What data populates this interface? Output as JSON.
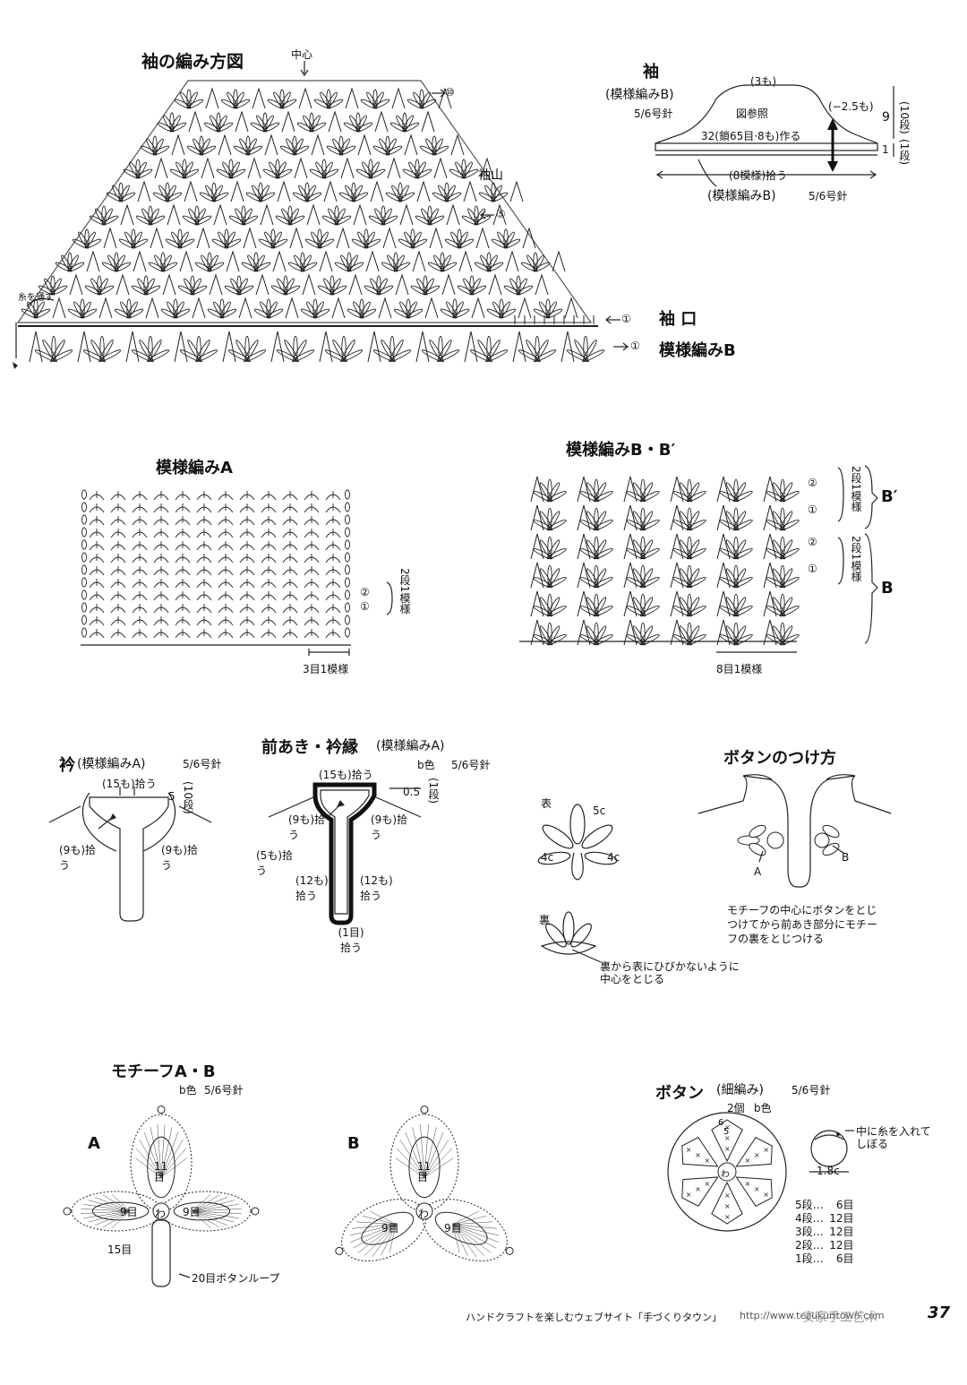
{
  "sleeve_chart": {
    "title": "袖の編み方図",
    "center_label": "中心",
    "row_top": "⑩",
    "row_mid": "⑤",
    "cap_label": "袖山",
    "thread_label": "糸を通す",
    "row_first_a": "①",
    "row_first_b": "①",
    "cuff_label": "袖 口",
    "pattern_label": "模様編みB"
  },
  "sleeve_schematic": {
    "title": "袖",
    "pattern": "(模様編みB)",
    "hook": "5/6号針",
    "top": "(3も)",
    "ref": "図参照",
    "decrease": "(−2.5も)",
    "start": "32(鎖65目·8も)作る",
    "h_rows": "9",
    "h_rows_note": "(10段)",
    "cuff_h": "1",
    "cuff_note": "(1段)",
    "pickup": "(8模様)拾う",
    "bottom_pattern": "(模様編みB)",
    "bottom_hook": "5/6号針"
  },
  "pattern_a": {
    "title": "模様編みA",
    "r2": "②",
    "r1": "①",
    "repeat_rows": "2段1模様",
    "repeat_sts": "3目1模様"
  },
  "pattern_b": {
    "title": "模様編みB・B′",
    "r2a": "②",
    "r1a": "①",
    "rows_a": "2段1模様",
    "r2b": "②",
    "r1b": "①",
    "rows_b": "2段1模様",
    "label_b2": "B′",
    "label_b": "B",
    "repeat_sts": "8目1模様"
  },
  "collar": {
    "title": "衿",
    "pattern": "(模様編みA)",
    "hook": "5/6号針",
    "top": "(15も)拾う",
    "height": "5",
    "rows": "(10段)",
    "left": "(9も)拾う",
    "right": "(9も)拾う"
  },
  "front_band": {
    "title": "前あき・衿縁",
    "pattern": "(模様編みA)",
    "color": "b色",
    "hook": "5/6号針",
    "top": "(15も)拾う",
    "height": "0.5",
    "rows": "(1段)",
    "left9": "(9も)拾う",
    "right9": "(9も)拾う",
    "left5": "(5も)拾う",
    "left12": "(12も)拾う",
    "right12": "(12も)拾う",
    "bottom": "(1目)拾う"
  },
  "button_attach": {
    "title": "ボタンのつけ方",
    "front": "表",
    "s5c": "5c",
    "s4c_l": "4c",
    "s4c_r": "4c",
    "back": "裏",
    "back_note": "裏から表にひびかないように中心をとじる",
    "label_a": "A",
    "label_b": "B",
    "note": "モチーフの中心にボタンをとじつけてから前あき部分にモチーフの裏をとじつける"
  },
  "motif": {
    "title": "モチーフA・B",
    "color": "b色",
    "hook": "5/6号針",
    "a_label": "A",
    "b_label": "B",
    "a_top": "11目",
    "a_left": "9目",
    "a_right": "9目",
    "a_center": "わ",
    "a_bottom": "15目",
    "a_loop": "20目ボタンループ",
    "b_top": "11目",
    "b_left": "9目",
    "b_right": "9目",
    "b_center": "わ"
  },
  "button": {
    "title": "ボタン",
    "stitch": "(細編み)",
    "hook": "5/6号針",
    "count": "2個",
    "color": "b色",
    "center": "わ",
    "r6": "6",
    "r5": "5",
    "note": "中に糸を入れてしぼる",
    "size": "1.8c",
    "rows": [
      {
        "row": "5段",
        "sts": "6目"
      },
      {
        "row": "4段",
        "sts": "12目"
      },
      {
        "row": "3段",
        "sts": "12目"
      },
      {
        "row": "2段",
        "sts": "12目"
      },
      {
        "row": "1段",
        "sts": "6目"
      }
    ]
  },
  "footer": {
    "site": "ハンドクラフトを楽しむウェブサイト「手づくりタウン」",
    "url": "http://www.tezukuritown.com",
    "watermark": "安家手工艺术",
    "page": "37"
  }
}
